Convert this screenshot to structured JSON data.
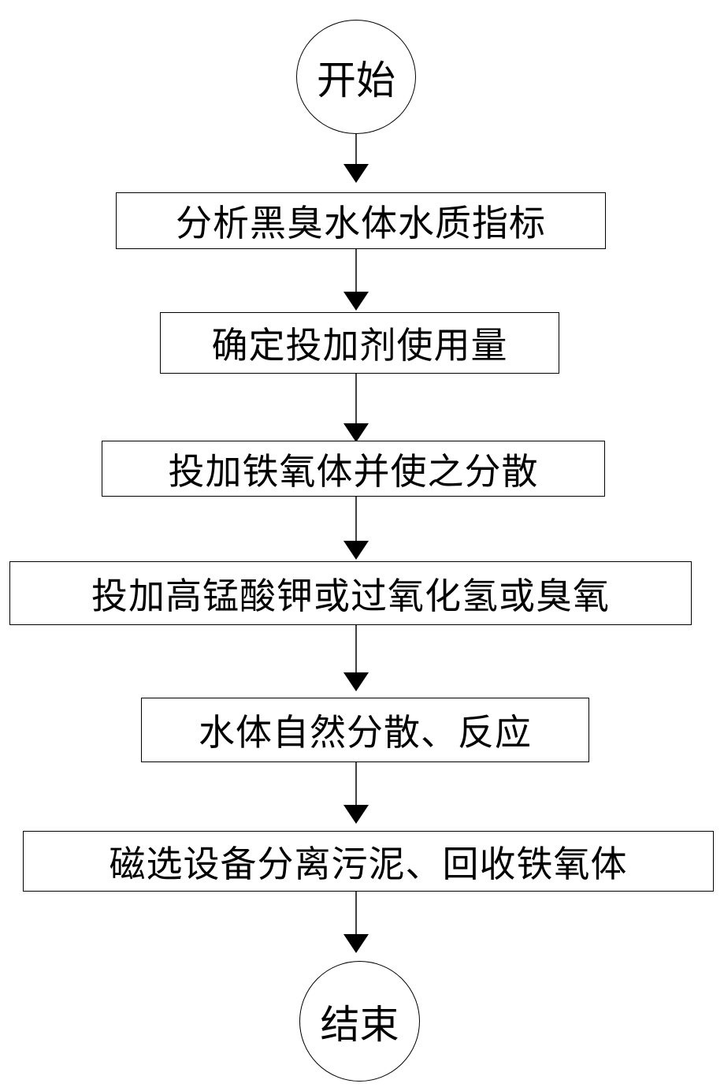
{
  "flowchart": {
    "start": "开始",
    "steps": [
      "分析黑臭水体水质指标",
      "确定投加剂使用量",
      "投加铁氧体并使之分散",
      "投加高锰酸钾或过氧化氢或臭氧",
      "水体自然分散、反应",
      "磁选设备分离污泥、回收铁氧体"
    ],
    "end": "结束"
  },
  "colors": {
    "line": "#000000",
    "background": "#ffffff"
  }
}
